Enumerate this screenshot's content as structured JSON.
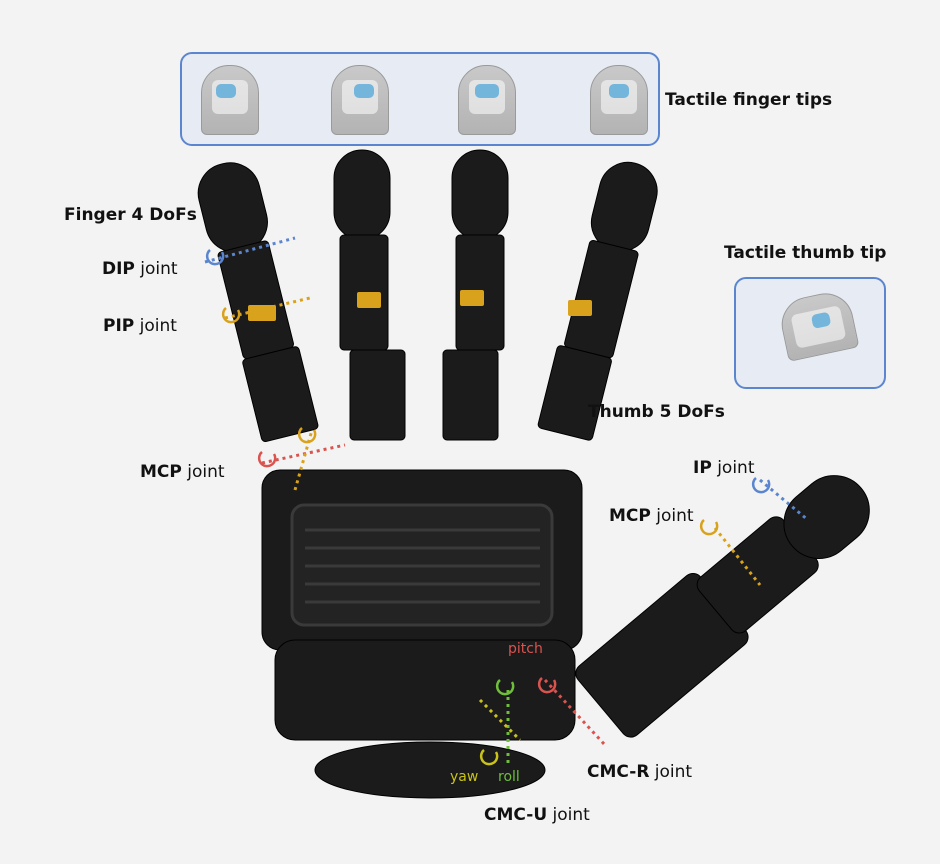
{
  "labels": {
    "tactile_finger_tips": "Tactile finger tips",
    "tactile_thumb_tip": "Tactile thumb tip",
    "finger_dofs": "Finger 4 DoFs",
    "thumb_dofs": "Thumb 5 DoFs",
    "dip": {
      "strong": "DIP",
      "rest": " joint"
    },
    "pip": {
      "strong": "PIP",
      "rest": " joint"
    },
    "mcp_finger": {
      "strong": "MCP",
      "rest": " joint"
    },
    "ip": {
      "strong": "IP",
      "rest": " joint"
    },
    "mcp_thumb": {
      "strong": "MCP",
      "rest": " joint"
    },
    "cmc_r": {
      "strong": "CMC-R",
      "rest": " joint"
    },
    "cmc_u": {
      "strong": "CMC-U",
      "rest": " joint"
    },
    "pitch": "pitch",
    "yaw": "yaw",
    "roll": "roll"
  },
  "colors": {
    "blue": "#5b86cf",
    "gold": "#d9a21c",
    "red": "#d9534f",
    "green": "#6fbf3a",
    "yellow": "#c9c21a",
    "hand": "#1b1b1b"
  },
  "icons": [
    "rotation-arrow-icon"
  ]
}
